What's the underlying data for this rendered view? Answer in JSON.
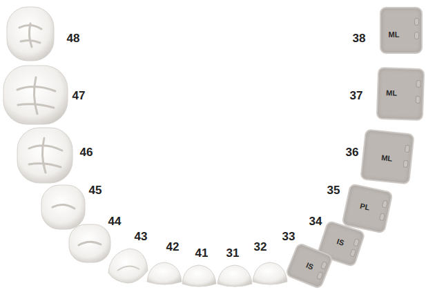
{
  "diagram": {
    "nodes": [
      {
        "text": [
          "ML"
        ]
      },
      {
        "text": [
          "ML"
        ]
      },
      {
        "text": [
          "ML"
        ]
      },
      {
        "text": [
          "PL"
        ]
      },
      {
        "text": [
          "IS"
        ]
      },
      {
        "text": [
          "IS"
        ]
      }
    ],
    "labels": [
      "48",
      "47",
      "46",
      "45",
      "44",
      "43",
      "42",
      "41",
      "31",
      "32",
      "33",
      "34",
      "35",
      "36",
      "37",
      "38"
    ]
  }
}
